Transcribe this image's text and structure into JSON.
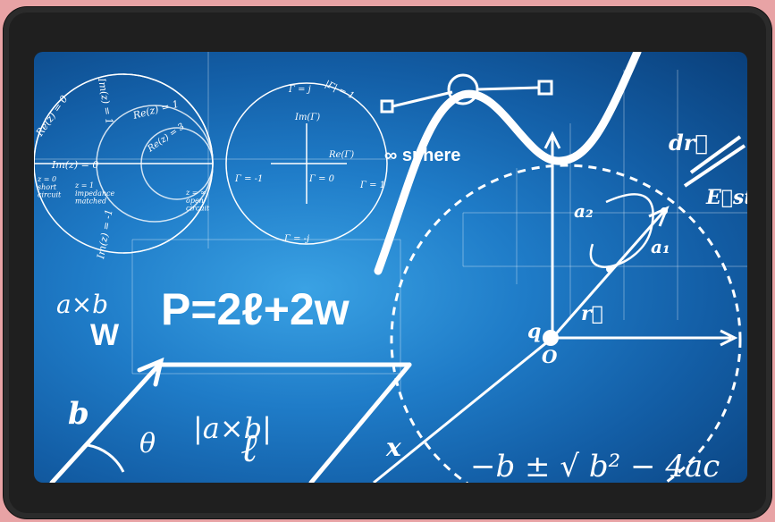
{
  "formulas": {
    "smith_re": "Re(z) = 0",
    "smith_im": "Im(z) = 0",
    "smith_im_top": "Im(z) = 1",
    "smith_im_bottom": "Im(z) = -1",
    "smith_re1": "Re(z) = 1",
    "smith_re3": "Re(z) = 3",
    "short_circuit": "z = 0\nshort\ncircuit",
    "impedance": "z = 1\nimpedance\nmatched",
    "open_circuit": "z = ∞\nopen\ncircuit",
    "gamma_j": "Γ = j",
    "gamma_abs": "|Γ| = 1",
    "gamma_im": "Im(Γ)",
    "gamma_re": "Re(Γ)",
    "gamma_neg1": "Γ = -1",
    "gamma_0": "Γ = 0",
    "gamma_1": "Γ = 1",
    "gamma_negj": "Γ = -j",
    "sphere": "∞ sphere",
    "perimeter": "P=2ℓ+2w",
    "axb": "a×b",
    "w": "W",
    "b": "b",
    "theta": "θ",
    "abs_axb": "|a×b|",
    "ell": "ℓ",
    "x": "x",
    "quadratic": "−b ± √ b² − 4ac",
    "q": "q",
    "o": "O",
    "r": "r⃗",
    "a1": "a₁",
    "a2": "a₂",
    "dr": "dr⃗",
    "estat": "E⃗stat"
  },
  "colors": {
    "background": "#e8a3a5",
    "frame": "#1f1f1f",
    "screen_center": "#3aa2e4",
    "screen_edge": "#0a3f7a",
    "ink": "#ffffff"
  }
}
